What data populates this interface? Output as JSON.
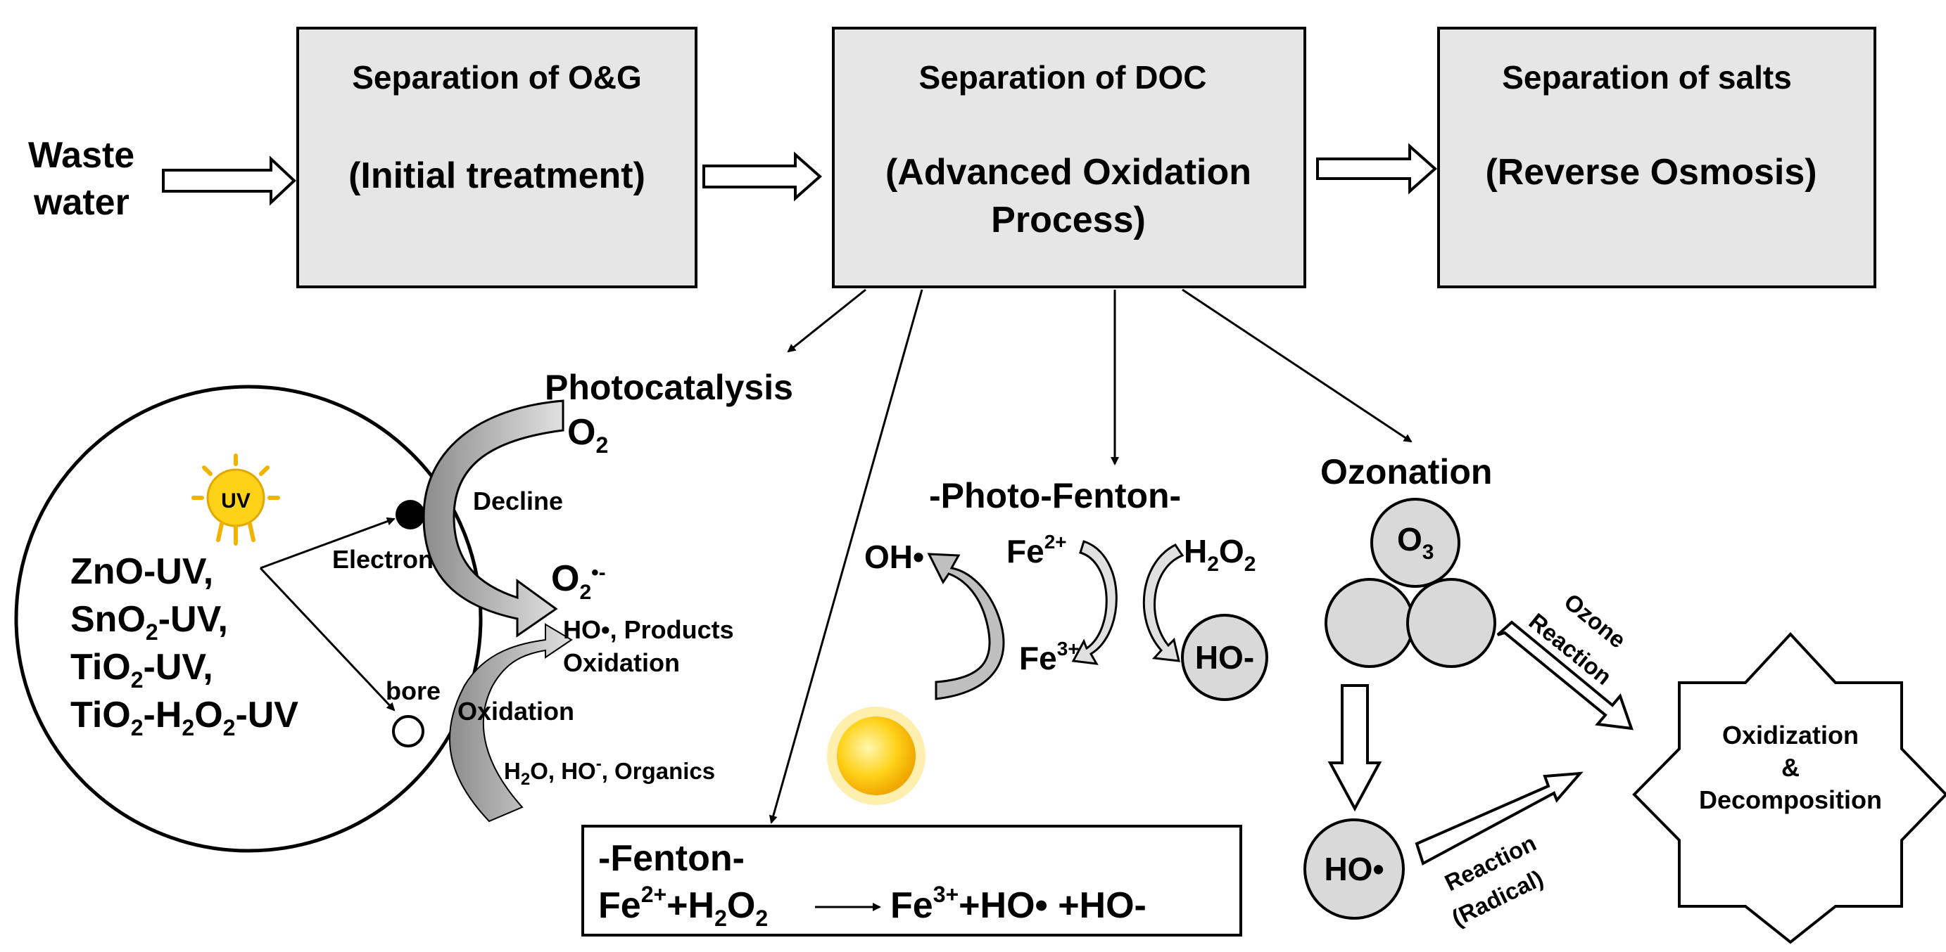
{
  "input": {
    "line1": "Waste",
    "line2": "water"
  },
  "stages": [
    {
      "title": "Separation of O&G",
      "subtitle": "(Initial treatment)"
    },
    {
      "title": "Separation of DOC",
      "subtitle_line1": "(Advanced Oxidation",
      "subtitle_line2": "Process)"
    },
    {
      "title": "Separation of salts",
      "subtitle": "(Reverse Osmosis)"
    }
  ],
  "photocatalysis": {
    "heading": "Photocatalysis",
    "uv_label": "UV",
    "catalysts": [
      "ZnO-UV,",
      "SnO2-UV,",
      "TiO2-UV,",
      "TiO2-H2O2-UV"
    ],
    "electron": "Electron",
    "bore": "bore",
    "o2": "O2",
    "decline": "Decline",
    "superoxide": "O2•-",
    "products_line1": "HO•, Products",
    "products_line2": "Oxidation",
    "oxidation": "Oxidation",
    "reactants": "H2O, HO-, Organics"
  },
  "photo_fenton": {
    "heading": "-Photo-Fenton-",
    "oh": "OH•",
    "fe2": "Fe2+",
    "fe3": "Fe3+",
    "h2o2": "H2O2",
    "ho_minus": "HO-"
  },
  "fenton": {
    "heading": "-Fenton-",
    "lhs": "Fe2++H2O2",
    "rhs": "Fe3++HO• +HO-"
  },
  "ozonation": {
    "heading": "Ozonation",
    "o3": "O3",
    "ho_radical": "HO•",
    "ozone_reaction_1": "Ozone",
    "ozone_reaction_2": "Reaction",
    "radical_reaction_1": "Reaction",
    "radical_reaction_2": "(Radical)"
  },
  "outcome": {
    "line1": "Oxidization",
    "line2": "&",
    "line3": "Decomposition"
  },
  "colors": {
    "box_fill": "#e6e6e6",
    "circle_fill": "#d9d9d9",
    "arc_fill": "#bfbfbf",
    "sun": "#f5c400"
  }
}
